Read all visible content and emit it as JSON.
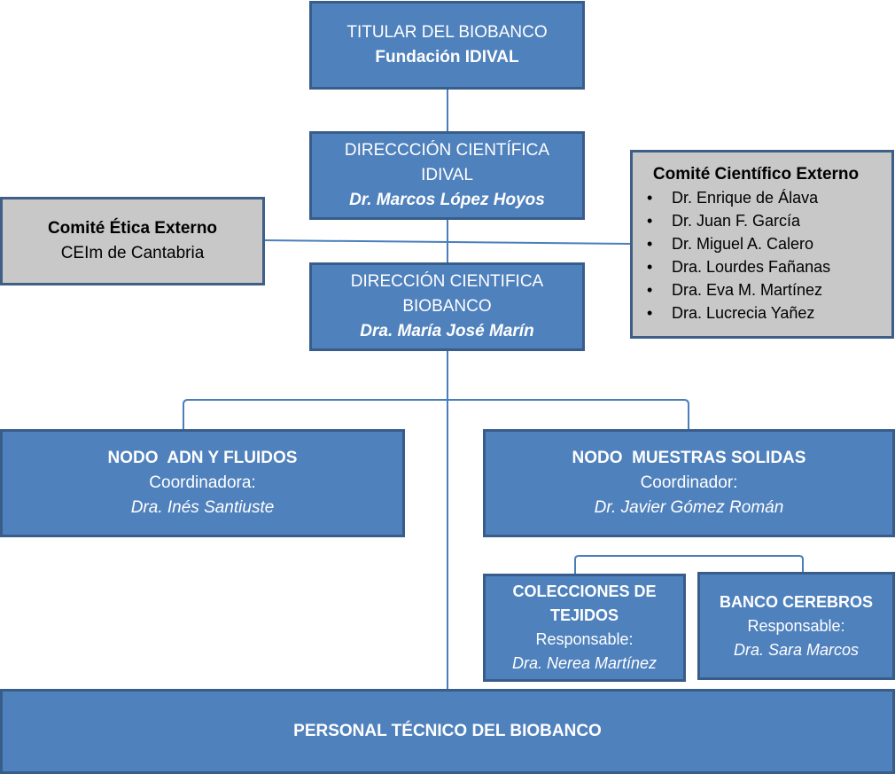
{
  "titular": {
    "line1": "TITULAR DEL BIOBANCO",
    "line2": "Fundación IDIVAL"
  },
  "dir_idival": {
    "line1": "DIRECCCIÓN CIENTÍFICA",
    "line2": "IDIVAL",
    "name": "Dr. Marcos López Hoyos"
  },
  "etica": {
    "title": "Comité Ética Externo",
    "sub": "CEIm de Cantabria"
  },
  "comite": {
    "title": "Comité Científico Externo",
    "members": [
      "Dr. Enrique de Álava",
      "Dr. Juan F. García",
      "Dr. Miguel A. Calero",
      "Dra. Lourdes Fañanas",
      "Dra. Eva M. Martínez",
      "Dra. Lucrecia Yañez"
    ]
  },
  "dir_biobanco": {
    "line1": "DIRECCIÓN CIENTIFICA",
    "line2": "BIOBANCO",
    "name": "Dra. María José Marín"
  },
  "nodo_adn": {
    "title": "NODO  ADN Y FLUIDOS",
    "role": "Coordinadora:",
    "name": "Dra. Inés Santiuste"
  },
  "nodo_solidas": {
    "title": "NODO  MUESTRAS SOLIDAS",
    "role": "Coordinador:",
    "name": "Dr. Javier Gómez Román"
  },
  "colecciones": {
    "title1": "COLECCIONES DE",
    "title2": "TEJIDOS",
    "role": "Responsable:",
    "name": "Dra. Nerea Martínez"
  },
  "cerebros": {
    "title": "BANCO CEREBROS",
    "role": "Responsable:",
    "name": "Dra. Sara Marcos"
  },
  "personal": {
    "title": "PERSONAL TÉCNICO DEL BIOBANCO"
  },
  "colors": {
    "box_blue": "#4f81bd",
    "box_grey": "#c8c8c8",
    "line": "#4f81bd"
  }
}
